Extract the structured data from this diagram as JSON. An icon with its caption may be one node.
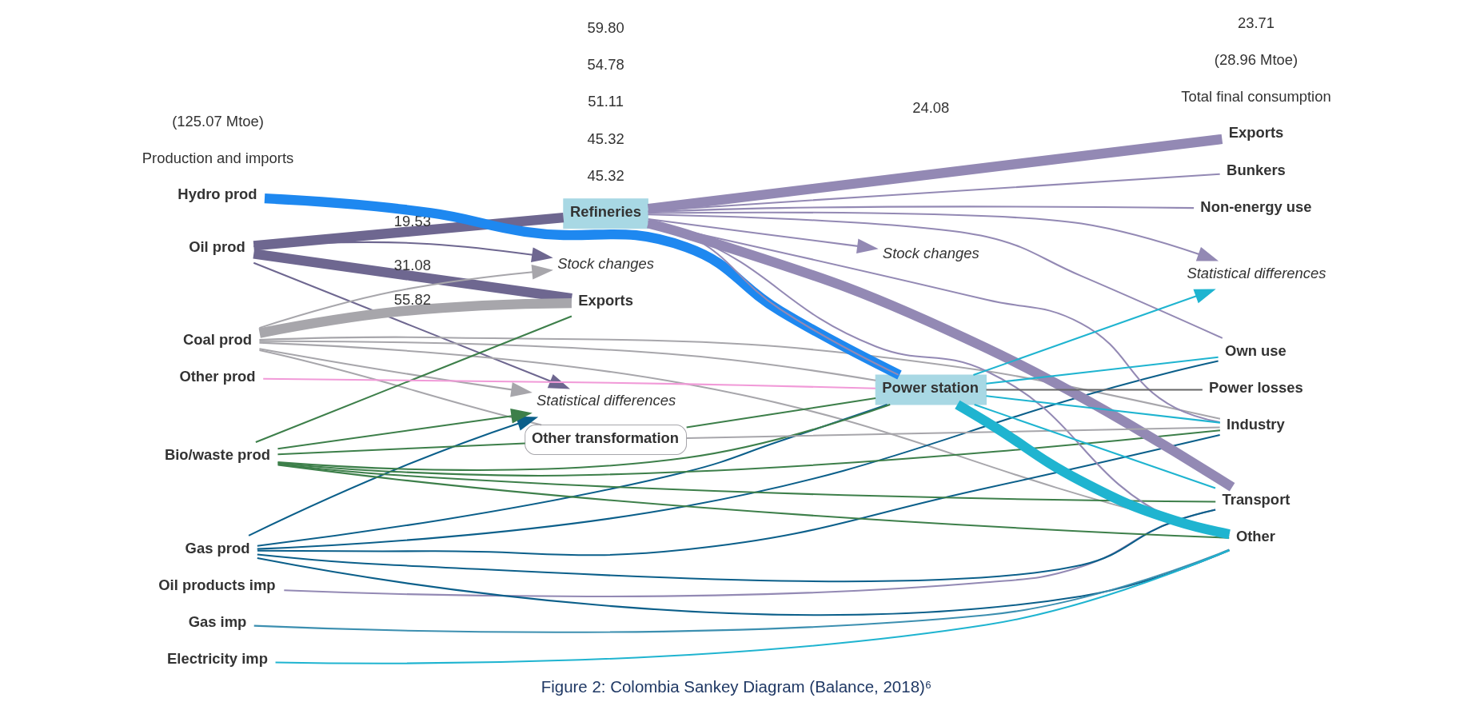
{
  "diagram": {
    "caption": "Figure 2: Colombia Sankey Diagram (Balance, 2018)⁶",
    "nodes": [
      {
        "text": [
          "Oil prod"
        ]
      },
      {
        "text": [
          "Oil products imp"
        ]
      },
      {
        "text": [
          "Coal prod"
        ]
      },
      {
        "text": [
          "Gas prod"
        ]
      },
      {
        "text": [
          "Gas imp"
        ]
      },
      {
        "text": [
          "Bio/waste prod"
        ]
      },
      {
        "text": [
          "Electricity imp"
        ]
      },
      {
        "text": [
          "Other prod"
        ]
      },
      {
        "text": [
          "Hydro prod"
        ]
      },
      {
        "text": [
          "Statistical differences"
        ]
      },
      {
        "text": [
          "Stock changes"
        ]
      },
      {
        "text": [
          "Refineries"
        ]
      },
      {
        "text": [
          "Other transformation"
        ]
      },
      {
        "text": [
          "Exports"
        ]
      },
      {
        "text": [
          "Stock changes"
        ]
      },
      {
        "text": [
          "Statistical differences"
        ]
      },
      {
        "text": [
          "Power station"
        ]
      },
      {
        "text": [
          "Power losses"
        ]
      },
      {
        "text": [
          "Own use"
        ]
      },
      {
        "text": [
          "Exports"
        ]
      },
      {
        "text": [
          "Bunkers"
        ]
      },
      {
        "text": [
          "Industry"
        ]
      },
      {
        "text": [
          "Transport"
        ]
      },
      {
        "text": [
          "Other"
        ]
      },
      {
        "text": [
          "Non-energy use"
        ]
      }
    ],
    "edges": [
      {
        "from": 0,
        "to": 9,
        "arrow": "to",
        "color": "#6e6790"
      },
      {
        "from": 2,
        "to": 9,
        "arrow": "to",
        "color": "#a7a6ab"
      },
      {
        "from": 3,
        "to": 9,
        "arrow": "to",
        "color": "#0b5f8a"
      },
      {
        "from": 5,
        "to": 9,
        "arrow": "to",
        "color": "#3d7f4a"
      },
      {
        "from": 0,
        "to": 10,
        "arrow": "to",
        "color": "#6e6790"
      },
      {
        "from": 2,
        "to": 10,
        "arrow": "to",
        "color": "#a7a6ab"
      },
      {
        "from": 0,
        "to": 11,
        "arrow": "none",
        "label": "19.53",
        "style": "thick",
        "color": "#6e6790"
      },
      {
        "from": 0,
        "to": 13,
        "arrow": "none",
        "label": "31.08",
        "style": "thick",
        "color": "#6e6790"
      },
      {
        "from": 2,
        "to": 13,
        "arrow": "none",
        "label": "55.82",
        "style": "thick",
        "color": "#a7a6ab"
      },
      {
        "from": 5,
        "to": 13,
        "arrow": "none",
        "color": "#3d7f4a"
      },
      {
        "from": 2,
        "to": 12,
        "arrow": "none",
        "color": "#a7a6ab"
      },
      {
        "from": 5,
        "to": 12,
        "arrow": "none",
        "color": "#3d7f4a"
      },
      {
        "from": 12,
        "to": 16,
        "arrow": "none",
        "color": "#3d7f4a"
      },
      {
        "from": 12,
        "to": 21,
        "arrow": "none",
        "color": "#a7a6ab"
      },
      {
        "from": 1,
        "to": 22,
        "arrow": "none",
        "color": "#9389b4"
      },
      {
        "from": 11,
        "to": 14,
        "arrow": "to",
        "color": "#9389b4"
      },
      {
        "from": 11,
        "to": 15,
        "arrow": "to",
        "color": "#9389b4"
      },
      {
        "from": 11,
        "to": 16,
        "arrow": "none",
        "color": "#9389b4"
      },
      {
        "from": 11,
        "to": 18,
        "arrow": "none",
        "color": "#9389b4"
      },
      {
        "from": 11,
        "to": 19,
        "arrow": "none",
        "style": "thick",
        "color": "#9389b4"
      },
      {
        "from": 11,
        "to": 20,
        "arrow": "none",
        "color": "#9389b4"
      },
      {
        "from": 11,
        "to": 21,
        "arrow": "none",
        "color": "#9389b4"
      },
      {
        "from": 11,
        "to": 22,
        "arrow": "none",
        "style": "thick",
        "color": "#9389b4"
      },
      {
        "from": 11,
        "to": 23,
        "arrow": "none",
        "color": "#9389b4"
      },
      {
        "from": 11,
        "to": 24,
        "arrow": "none",
        "color": "#9389b4"
      },
      {
        "from": 2,
        "to": 16,
        "arrow": "none",
        "color": "#a7a6ab"
      },
      {
        "from": 2,
        "to": 21,
        "arrow": "none",
        "color": "#a7a6ab"
      },
      {
        "from": 2,
        "to": 23,
        "arrow": "none",
        "color": "#a7a6ab"
      },
      {
        "from": 3,
        "to": 16,
        "arrow": "none",
        "color": "#0b5f8a"
      },
      {
        "from": 3,
        "to": 18,
        "arrow": "none",
        "color": "#0b5f8a"
      },
      {
        "from": 3,
        "to": 21,
        "arrow": "none",
        "color": "#0b5f8a"
      },
      {
        "from": 3,
        "to": 22,
        "arrow": "none",
        "color": "#0b5f8a"
      },
      {
        "from": 3,
        "to": 23,
        "arrow": "none",
        "color": "#0b5f8a"
      },
      {
        "from": 4,
        "to": 23,
        "arrow": "none",
        "color": "#3c8fb0"
      },
      {
        "from": 5,
        "to": 16,
        "arrow": "none",
        "color": "#3d7f4a"
      },
      {
        "from": 5,
        "to": 21,
        "arrow": "none",
        "color": "#3d7f4a"
      },
      {
        "from": 5,
        "to": 22,
        "arrow": "none",
        "color": "#3d7f4a"
      },
      {
        "from": 5,
        "to": 23,
        "arrow": "none",
        "color": "#3d7f4a"
      },
      {
        "from": 6,
        "to": 23,
        "arrow": "none",
        "color": "#1fb4d0"
      },
      {
        "from": 7,
        "to": 16,
        "arrow": "none",
        "color": "#f19ad8"
      },
      {
        "from": 8,
        "to": 16,
        "arrow": "none",
        "style": "thick",
        "color": "#1e88f0"
      },
      {
        "from": 16,
        "to": 17,
        "arrow": "none",
        "color": "#666666"
      },
      {
        "from": 16,
        "to": 18,
        "arrow": "none",
        "color": "#1fb4d0"
      },
      {
        "from": 16,
        "to": 15,
        "arrow": "to",
        "color": "#1fb4d0"
      },
      {
        "from": 16,
        "to": 21,
        "arrow": "none",
        "color": "#1fb4d0"
      },
      {
        "from": 16,
        "to": 22,
        "arrow": "none",
        "color": "#1fb4d0"
      },
      {
        "from": 16,
        "to": 23,
        "arrow": "none",
        "style": "thick",
        "color": "#1fb4d0"
      }
    ],
    "labels": [
      "Production and imports",
      "(125.07 Mtoe)",
      "Total final consumption",
      "(28.96 Mtoe)",
      "45.32",
      "45.32",
      "51.11",
      "54.78",
      "59.80",
      "24.08",
      "23.71"
    ]
  }
}
